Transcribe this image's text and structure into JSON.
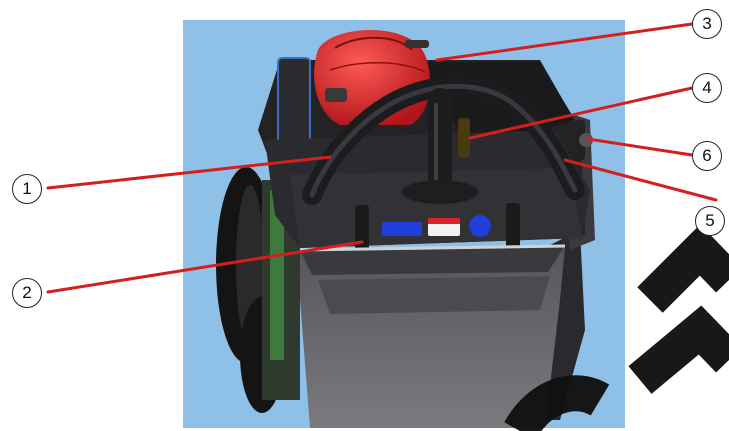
{
  "figure": {
    "image": {
      "subject": "lawn-mower-rear-view",
      "background_color": "#8FC1E8",
      "body_color": "#2B2B2F",
      "engine_color": "#D8262A",
      "grass_bag_color": "#6B6B70",
      "wheel_color": "#141414"
    },
    "leader_line_color": "#D41F1F",
    "watermark_color": "#111111",
    "callouts": [
      {
        "label": "1"
      },
      {
        "label": "2"
      },
      {
        "label": "3"
      },
      {
        "label": "4"
      },
      {
        "label": "6"
      },
      {
        "label": "5"
      }
    ]
  }
}
